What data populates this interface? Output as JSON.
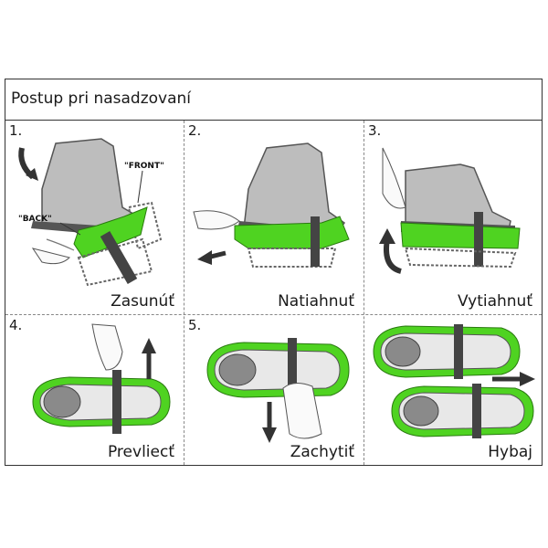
{
  "title": "Postup pri nasadzovaní",
  "labels": {
    "front": "\"FRONT\"",
    "back": "\"BACK\""
  },
  "steps": [
    {
      "number": "1.",
      "caption": "Zasunúť"
    },
    {
      "number": "2.",
      "caption": "Natiahnuť"
    },
    {
      "number": "3.",
      "caption": "Vytiahnuť"
    },
    {
      "number": "4.",
      "caption": "Prevliecť"
    },
    {
      "number": "5.",
      "caption": "Zachytiť"
    },
    {
      "number": "",
      "caption": "Hybaj"
    }
  ],
  "colors": {
    "green": "#4fd321",
    "boot": "#bdbdbd",
    "arrow": "#333333"
  }
}
